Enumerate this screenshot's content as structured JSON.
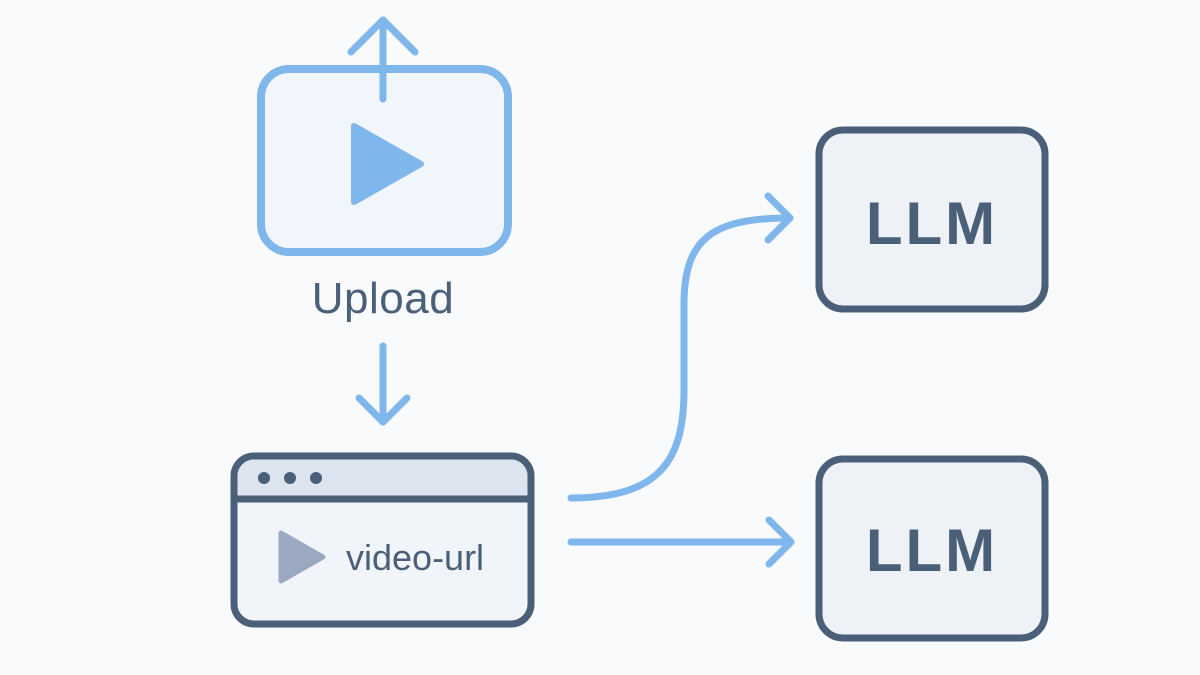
{
  "upload": {
    "label": "Upload"
  },
  "browser": {
    "url_text": "video-url"
  },
  "targets": [
    {
      "label": "LLM"
    },
    {
      "label": "LLM"
    }
  ],
  "colors": {
    "background": "#f9fafb",
    "accent_blue": "#7fb6ec",
    "accent_fill": "#f1f6fd",
    "dark_stroke": "#4a5f78",
    "box_fill": "#eef1f6",
    "titlebar_fill": "#dbe4ef",
    "play_grey": "#9aa9c0"
  },
  "icons": {
    "upload": "upload-video-icon",
    "browser_play": "play-icon",
    "arrows": "arrow-icon"
  }
}
